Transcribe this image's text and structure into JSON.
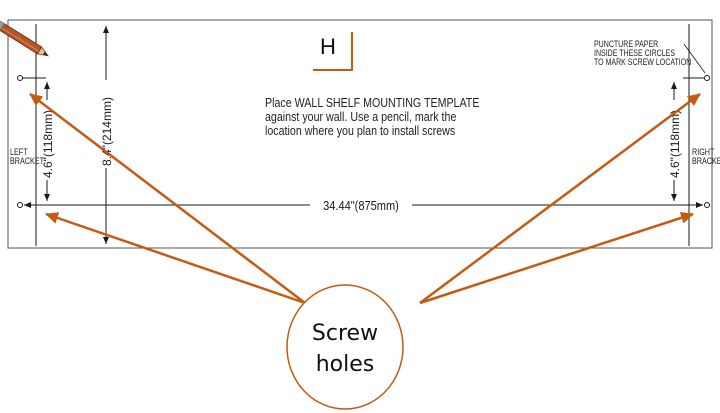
{
  "template": {
    "h_label": "H",
    "instruction_lines": [
      "Place WALL SHELF MOUNTING TEMPLATE",
      "against your wall. Use a pencil, mark the",
      "location where you plan to install screws"
    ],
    "puncture_lines": [
      "PUNCTURE PAPER",
      "INSIDE THESE CIRCLES",
      "TO MARK SCREW LOCATION"
    ],
    "left_bracket": [
      "LEFT",
      "BRACKET"
    ],
    "right_bracket": [
      "RIGHT",
      "BRACKET"
    ],
    "width_dimension": "34.44\"(875mm)",
    "left_vertical_dimension": "4.6\"(118mm)",
    "height_dimension": "8.4\"(214mm)",
    "right_vertical_dimension": "4.6\"(118mm)"
  },
  "callout": {
    "lines": [
      "Screw",
      "holes"
    ]
  },
  "colors": {
    "arrow": "#c55a11",
    "pencil_body": "#b5562a",
    "line": "#1a1a1a"
  }
}
